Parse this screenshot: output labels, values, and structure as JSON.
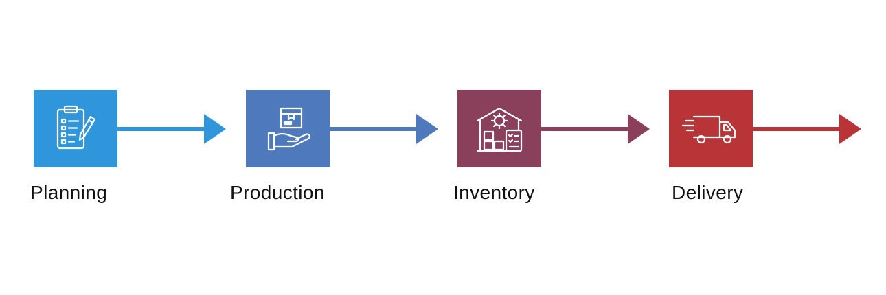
{
  "steps": [
    {
      "label": "Planning",
      "color": "#2f96dc",
      "icon": "clipboard-checklist-icon"
    },
    {
      "label": "Production",
      "color": "#4f79bd",
      "icon": "hand-holding-box-icon"
    },
    {
      "label": "Inventory",
      "color": "#8a3f5b",
      "icon": "warehouse-icon"
    },
    {
      "label": "Delivery",
      "color": "#b93437",
      "icon": "delivery-truck-icon"
    }
  ]
}
